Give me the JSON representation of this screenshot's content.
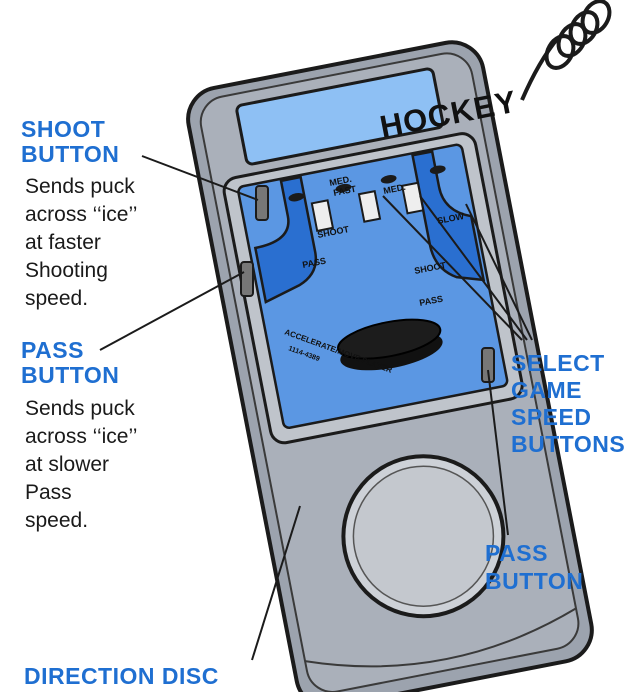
{
  "device": {
    "title": "HOCKEY",
    "speed_labels": {
      "med_fast": [
        "MED.",
        "FAST"
      ],
      "med": "MED.",
      "slow": "SLOW"
    },
    "shoot_left": "SHOOT",
    "pass_left": "PASS",
    "shoot_right": "SHOOT",
    "pass_right": "PASS",
    "accelerate": "ACCELERATE/MOVE PLAYER",
    "model": "1114-4389"
  },
  "callouts": {
    "shoot_button": {
      "title": [
        "SHOOT",
        "BUTTON"
      ],
      "desc": [
        "Sends puck",
        "across ‘‘ice’’",
        "at faster",
        "Shooting",
        "speed."
      ]
    },
    "pass_button_left": {
      "title": [
        "PASS",
        "BUTTON"
      ],
      "desc": [
        "Sends puck",
        "across ‘‘ice’’",
        "at slower",
        "Pass",
        "speed."
      ]
    },
    "select_speed": {
      "title": [
        "SELECT",
        "GAME",
        "SPEED",
        "BUTTONS"
      ]
    },
    "pass_button_right": {
      "title": [
        "PASS",
        "BUTTON"
      ]
    },
    "direction_disc": {
      "title": "DIRECTION DISC"
    }
  },
  "colors": {
    "label_blue": "#1f6fd1",
    "panel_blue": "#5b97e3",
    "stick_blue": "#2a6fd0",
    "title_blue": "#8ec0f4",
    "body_gray": "#aab0ba"
  }
}
